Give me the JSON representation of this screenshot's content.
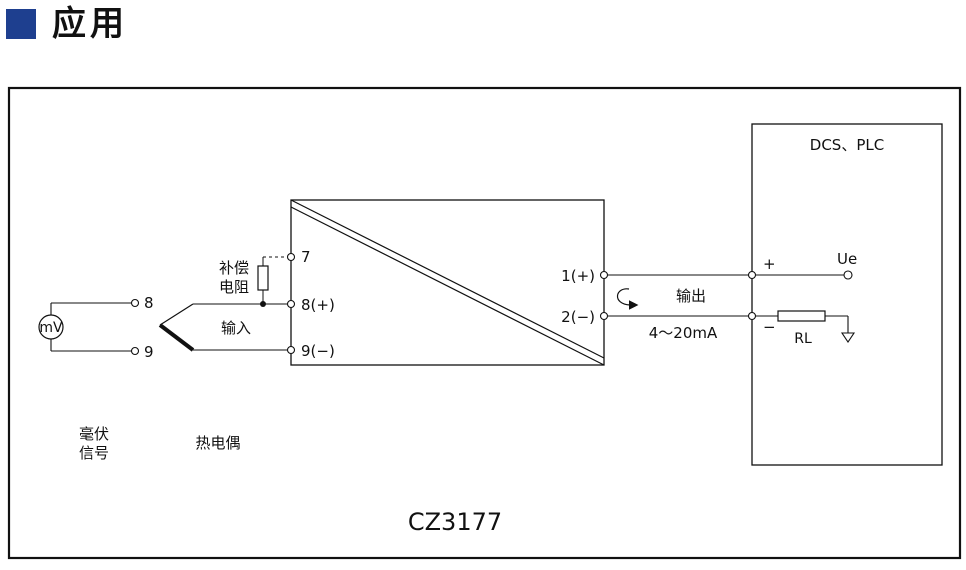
{
  "header": {
    "title": "应用"
  },
  "diagram": {
    "model": "CZ3177",
    "system": "DCS、PLC",
    "terminals": {
      "t7": "7",
      "t8_plus": "8(+)",
      "t9_minus": "9(−)",
      "out1_plus": "1(+)",
      "out2_minus": "2(−)",
      "mv_8": "8",
      "mv_9": "9"
    },
    "labels": {
      "compensation_line1": "补偿",
      "compensation_line2": "电阻",
      "input": "输入",
      "output": "输出",
      "range": "4～20mA",
      "millivolt_line1": "毫伏",
      "millivolt_line2": "信号",
      "thermocouple": "热电偶",
      "meter": "mV",
      "plus": "+",
      "minus": "−",
      "supply": "Ue",
      "load": "RL"
    }
  },
  "colors": {
    "accent": "#1e3f8f",
    "line": "#111111"
  }
}
